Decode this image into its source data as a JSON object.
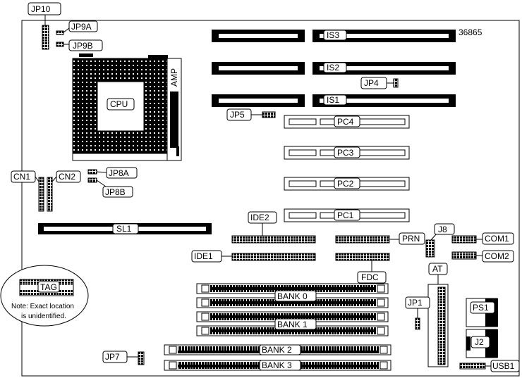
{
  "board_id": "36865",
  "labels": {
    "jp10": "JP10",
    "jp9a": "JP9A",
    "jp9b": "JP9B",
    "cpu": "CPU",
    "amp": "AMP",
    "is3": "IS3",
    "is2": "IS2",
    "is1": "IS1",
    "jp4": "JP4",
    "jp5": "JP5",
    "pc4": "PC4",
    "pc3": "PC3",
    "pc2": "PC2",
    "pc1": "PC1",
    "cn1": "CN1",
    "cn2": "CN2",
    "jp8a": "JP8A",
    "jp8b": "JP8B",
    "sl1": "SL1",
    "ide2": "IDE2",
    "ide1": "IDE1",
    "prn": "PRN",
    "fdc": "FDC",
    "j8": "J8",
    "com1": "COM1",
    "com2": "COM2",
    "at": "AT",
    "jp1": "JP1",
    "ps1": "PS1",
    "j2": "J2",
    "usb1": "USB1",
    "jp7": "JP7",
    "tag": "TAG",
    "bank0": "BANK 0",
    "bank1": "BANK 1",
    "bank2": "BANK 2",
    "bank3": "BANK 3"
  },
  "note_line1": "Note: Exact location",
  "note_line2": "is unidentified."
}
